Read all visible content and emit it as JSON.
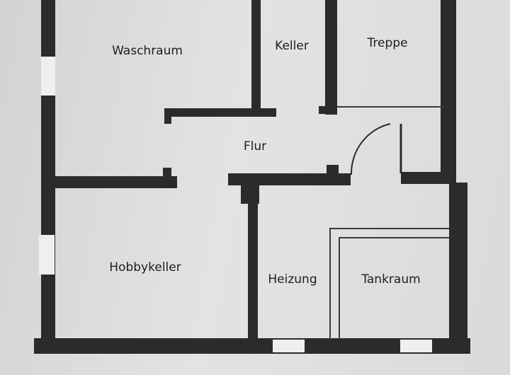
{
  "rooms": {
    "waschraum": "Waschraum",
    "keller": "Keller",
    "treppe": "Treppe",
    "flur": "Flur",
    "hobbykeller": "Hobbykeller",
    "heizung": "Heizung",
    "tankraum": "Tankraum"
  },
  "colors": {
    "wall": "#2b2b2d",
    "paper": "#dcdde0"
  }
}
